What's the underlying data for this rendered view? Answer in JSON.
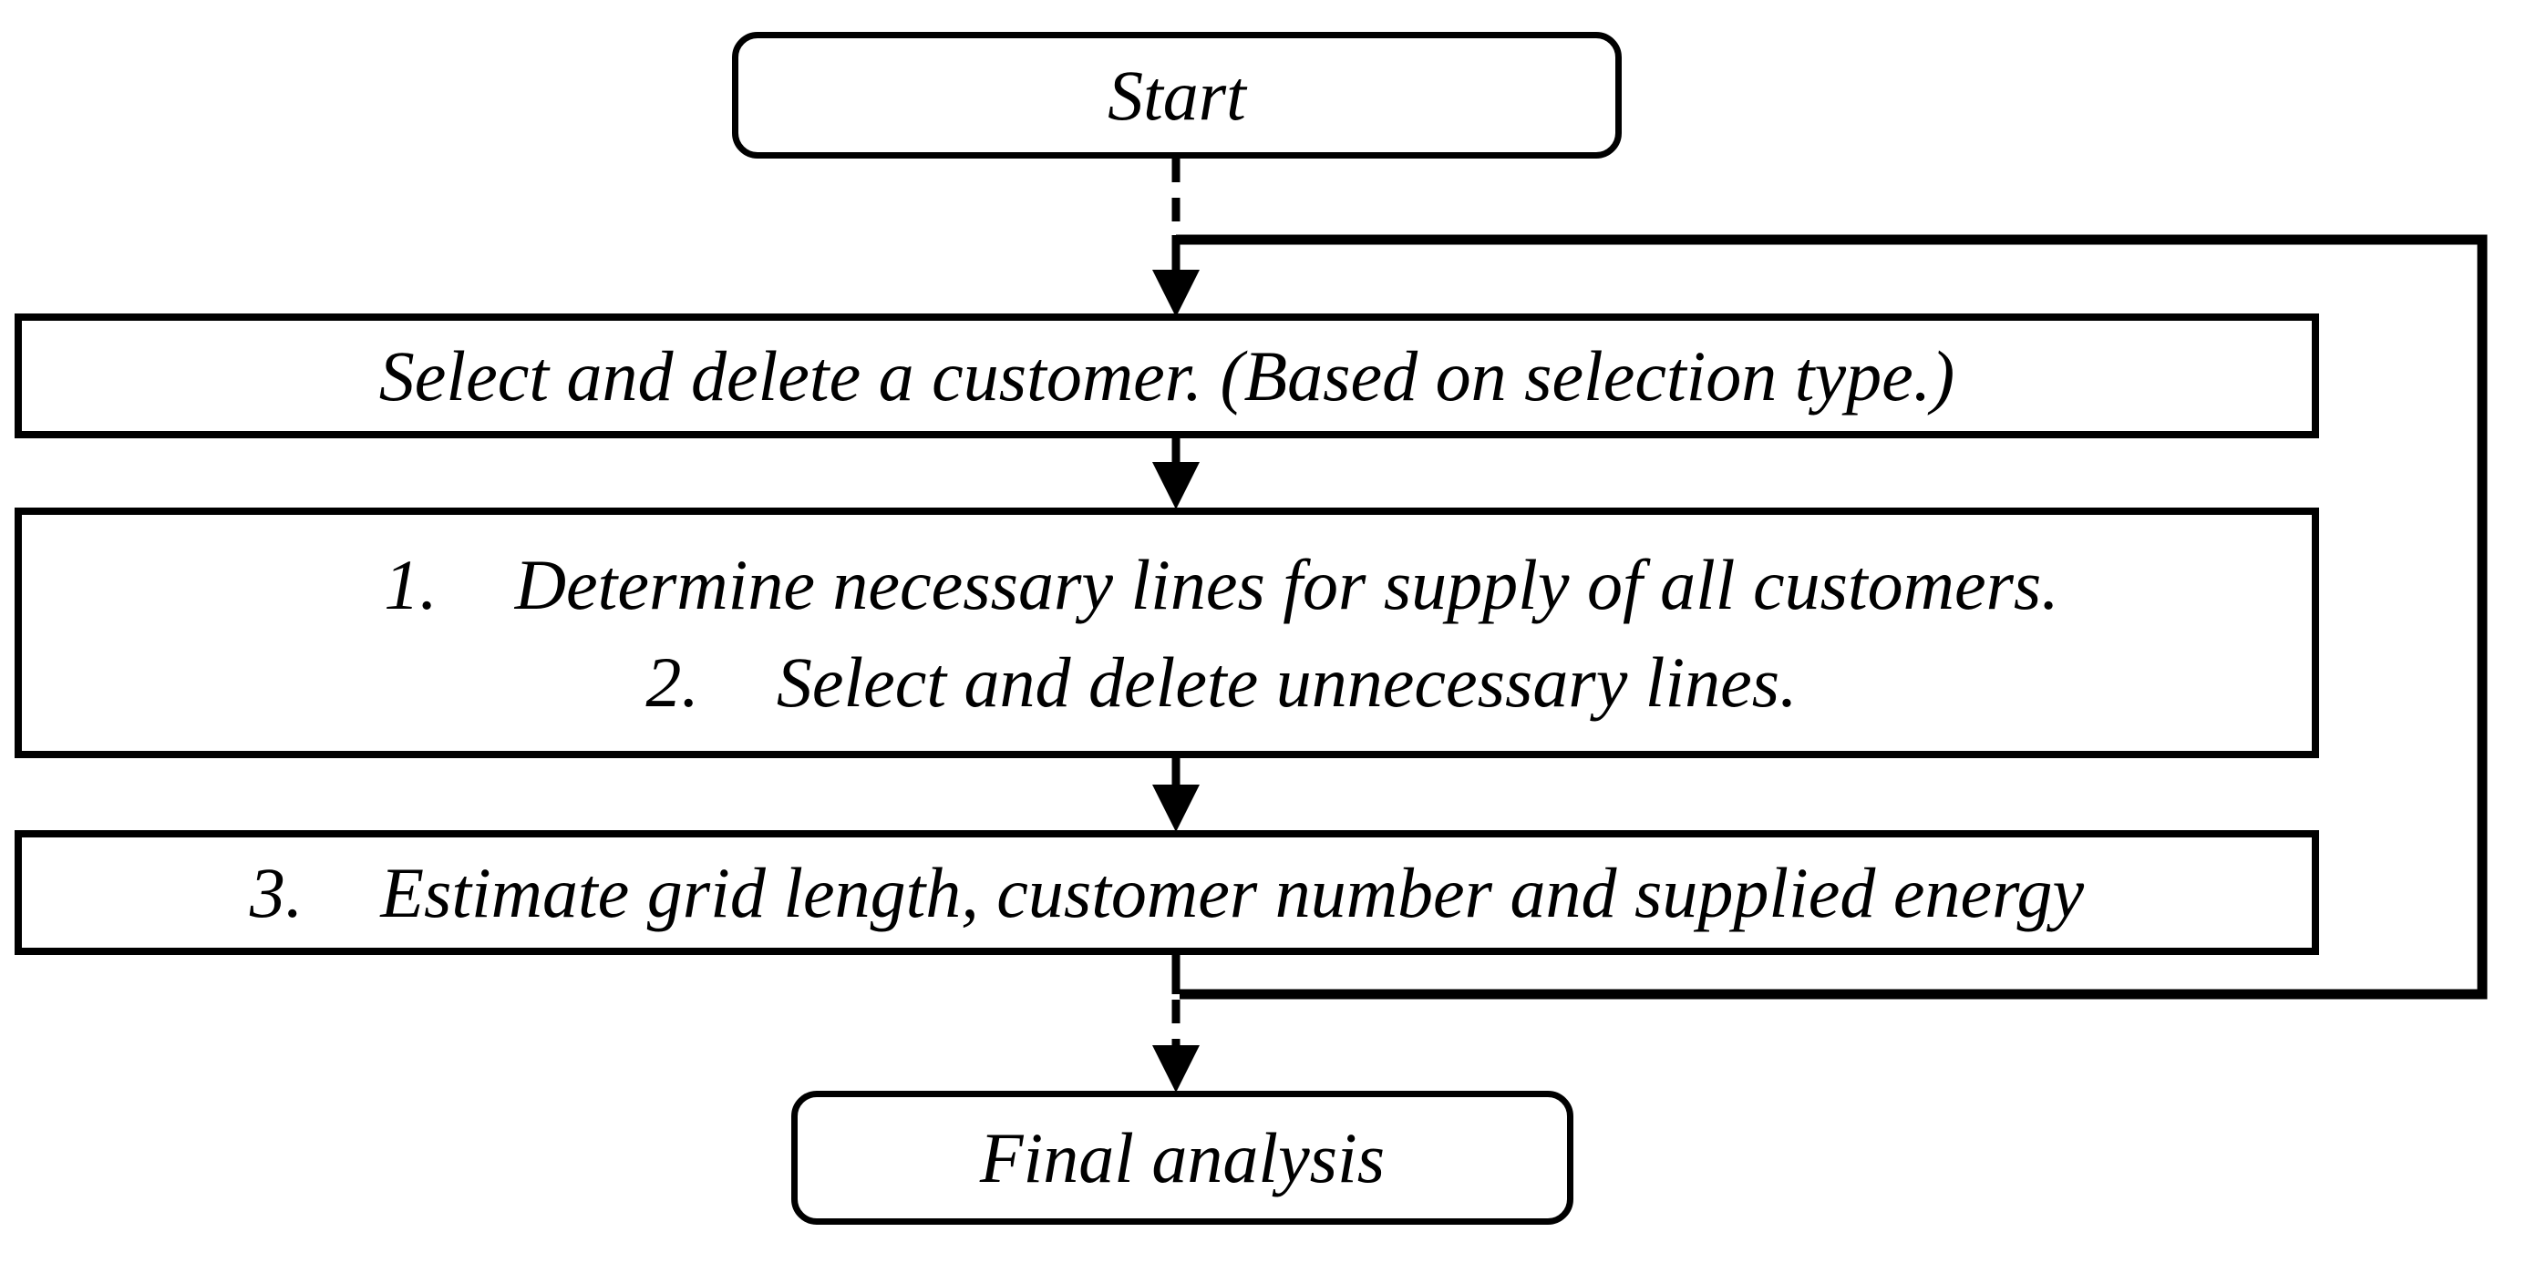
{
  "diagram": {
    "colors": {
      "line": "#000000",
      "background": "#ffffff",
      "text": "#000000"
    },
    "nodes": {
      "start": {
        "type": "terminator",
        "label": "Start"
      },
      "step1": {
        "type": "process",
        "label": "Select and delete a customer. (Based on selection type.)"
      },
      "step2": {
        "type": "process",
        "items": [
          {
            "num": "1.",
            "text": "Determine necessary lines for supply of all customers."
          },
          {
            "num": "2.",
            "text": "Select and delete unnecessary lines."
          }
        ]
      },
      "step3": {
        "type": "process",
        "items": [
          {
            "num": "3.",
            "text": "Estimate grid length, customer number and supplied energy"
          }
        ]
      },
      "final": {
        "type": "terminator",
        "label": "Final analysis"
      }
    },
    "edges": [
      {
        "from": "start",
        "to": "step1",
        "style": "dashed-arrow"
      },
      {
        "from": "step1",
        "to": "step2",
        "style": "solid-arrow"
      },
      {
        "from": "step2",
        "to": "step3",
        "style": "solid-arrow"
      },
      {
        "from": "step3",
        "to": "final",
        "style": "dashed-arrow"
      },
      {
        "from": "step3",
        "to": "step1",
        "style": "solid-feedback-loop"
      }
    ]
  }
}
